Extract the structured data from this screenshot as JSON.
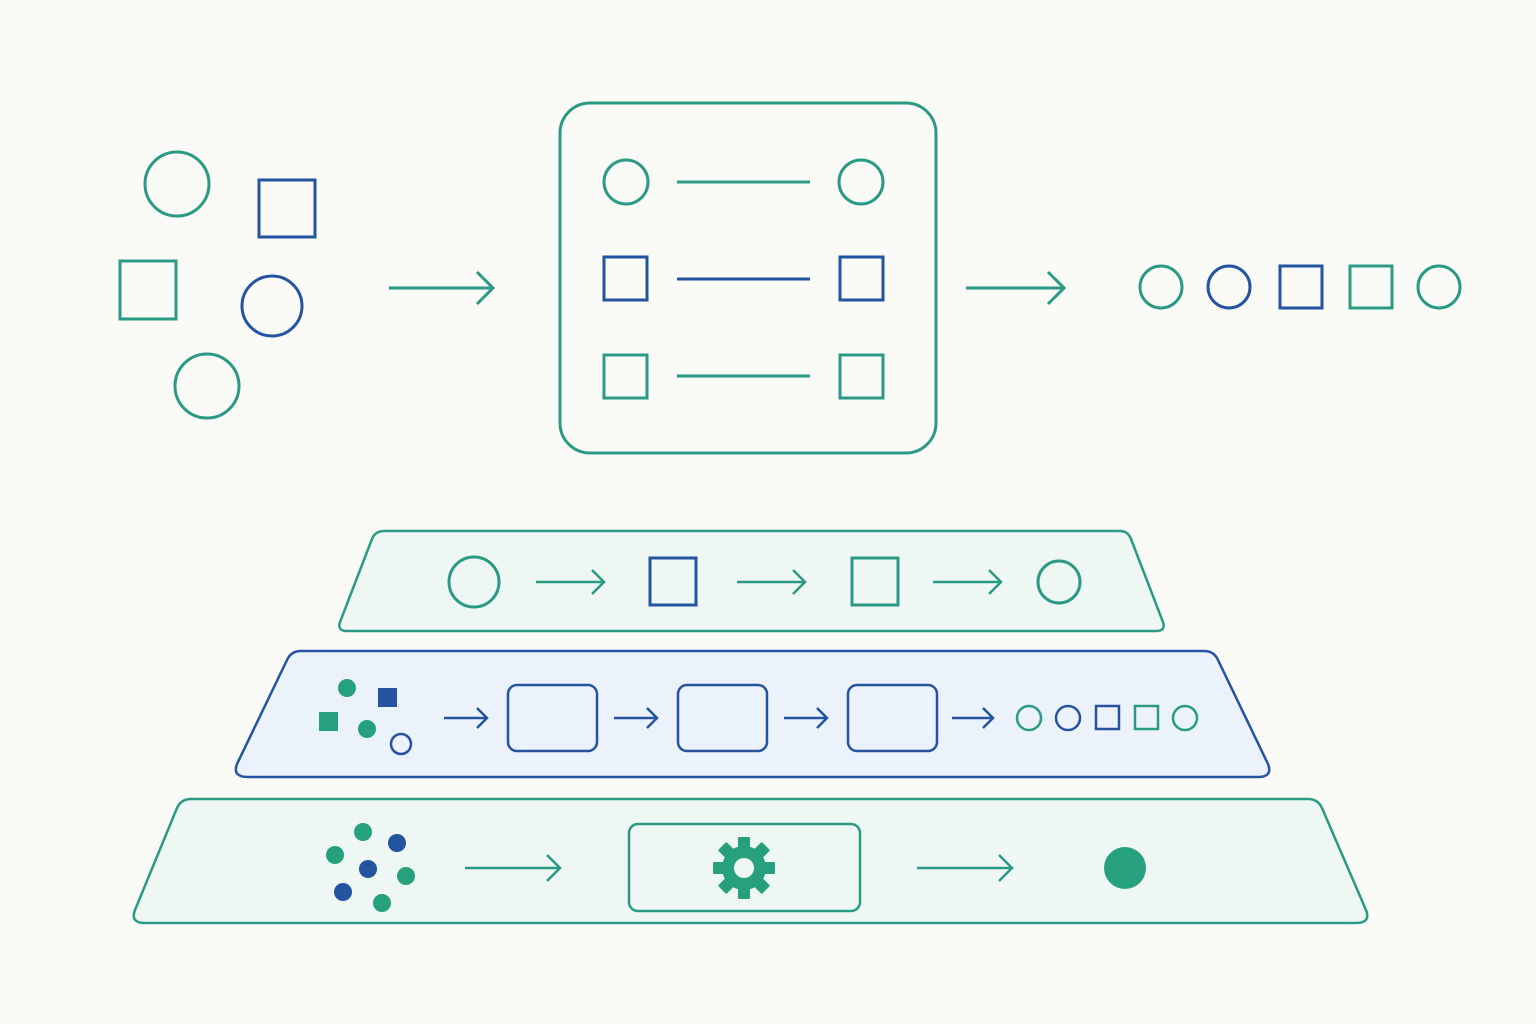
{
  "colors": {
    "background": "#fafaf7",
    "teal": "#2a9a84",
    "blue": "#2453a0",
    "teal_fill_light": "#eef7f3",
    "blue_fill_light": "#ecf2fb",
    "dot_teal": "#27a07e"
  },
  "top_flow": {
    "input_shapes": [
      "circle",
      "square",
      "square",
      "circle",
      "circle"
    ],
    "mapping_rows": [
      {
        "left": "circle",
        "right": "circle",
        "color": "teal"
      },
      {
        "left": "square",
        "right": "square",
        "color": "blue"
      },
      {
        "left": "square",
        "right": "square",
        "color": "teal"
      }
    ],
    "output_sequence": [
      "circle",
      "circle",
      "square",
      "square",
      "circle"
    ]
  },
  "tiers": [
    {
      "name": "top-tier",
      "steps": [
        "circle",
        "square",
        "square",
        "circle"
      ]
    },
    {
      "name": "middle-tier",
      "steps": [
        "scatter",
        "box",
        "box",
        "box",
        "sequence"
      ]
    },
    {
      "name": "bottom-tier",
      "steps": [
        "dot-cluster",
        "gear-icon",
        "filled-dot"
      ]
    }
  ]
}
